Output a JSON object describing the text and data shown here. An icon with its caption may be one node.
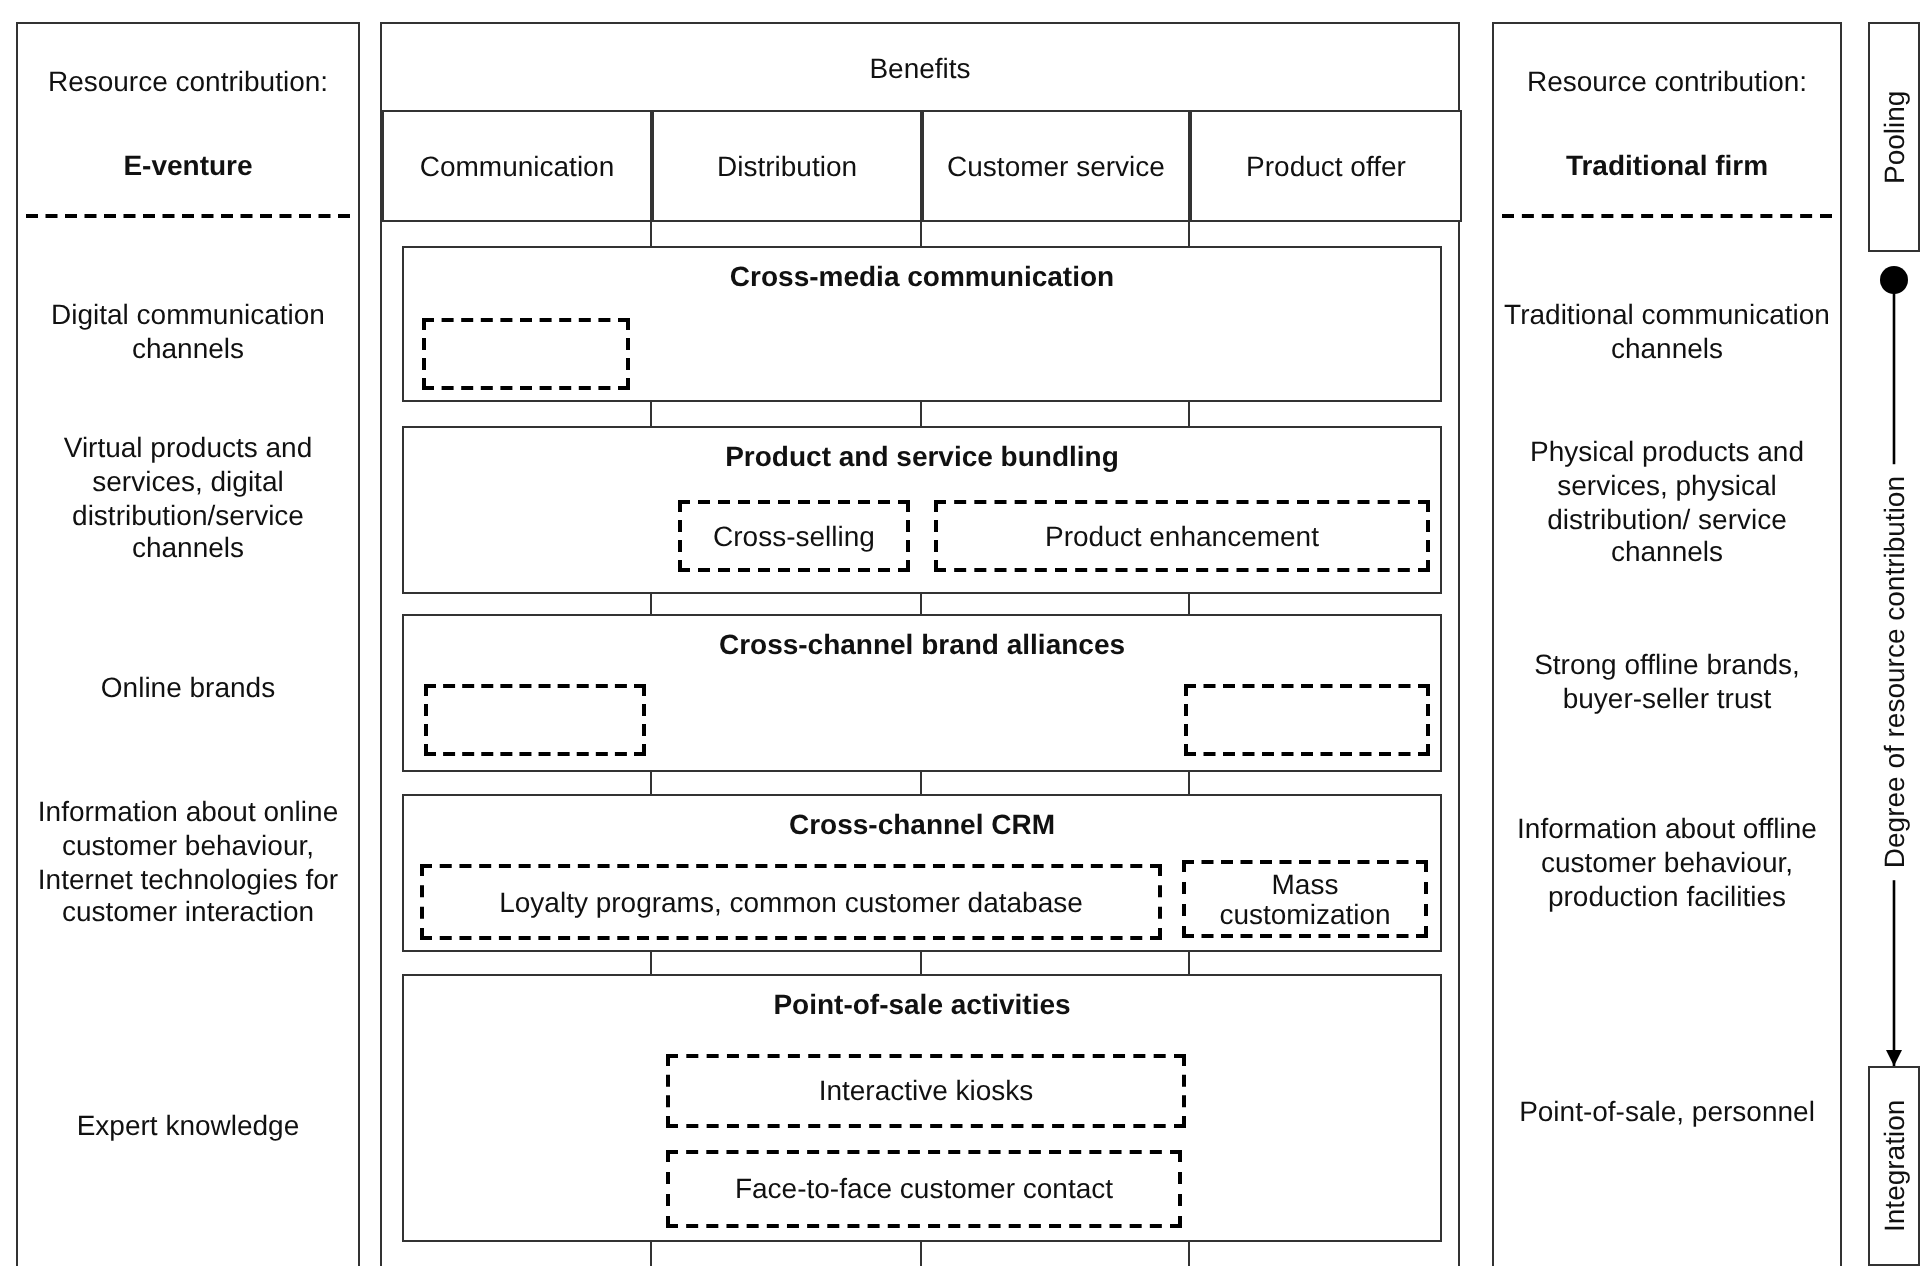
{
  "diagram": {
    "nodes": [
      {
        "text": [
          "Resource contribution:",
          "E-venture",
          "Digital communication channels",
          "Virtual products and services, digital distribution/service channels",
          "Online brands",
          "Information about online customer behaviour, Internet technologies for customer interaction",
          "Expert knowledge"
        ]
      },
      {
        "text": [
          "Benefits"
        ]
      },
      {
        "text": [
          "Communication"
        ],
        "in": 1
      },
      {
        "text": [
          "Distribution"
        ],
        "in": 1
      },
      {
        "text": [
          "Customer service"
        ],
        "in": 1
      },
      {
        "text": [
          "Product offer"
        ],
        "in": 1
      },
      {
        "text": [
          "Cross-media communication"
        ],
        "in": 1
      },
      {
        "text": [],
        "shape": "box",
        "in": 6
      },
      {
        "text": [
          "Product and service bundling"
        ],
        "in": 1
      },
      {
        "text": [
          "Cross-selling"
        ],
        "in": 8
      },
      {
        "text": [
          "Product enhancement"
        ],
        "in": 8
      },
      {
        "text": [
          "Cross-channel brand alliances"
        ],
        "in": 1
      },
      {
        "text": [],
        "shape": "box",
        "in": 11
      },
      {
        "text": [],
        "shape": "box",
        "in": 11
      },
      {
        "text": [
          "Cross-channel CRM"
        ],
        "in": 1
      },
      {
        "text": [
          "Loyalty programs, common customer database"
        ],
        "in": 14
      },
      {
        "text": [
          "Mass customization"
        ],
        "in": 14
      },
      {
        "text": [
          "Point-of-sale activities"
        ],
        "in": 1
      },
      {
        "text": [
          "Interactive kiosks"
        ],
        "in": 17
      },
      {
        "text": [
          "Face-to-face customer contact"
        ],
        "in": 17
      },
      {
        "text": [
          "Resource contribution:",
          "Traditional firm",
          "Traditional communication channels",
          "Physical products and services, physical distribution/ service channels",
          "Strong offline brands, buyer-seller trust",
          "Information about offline customer behaviour, production facilities",
          "Point-of-sale, personnel"
        ]
      },
      {
        "text": [
          "Pooling"
        ]
      },
      {
        "text": [
          "Integration"
        ]
      }
    ],
    "edges": [
      {
        "from": 21,
        "to": 22,
        "label": "Degree of resource contribution",
        "arrow": "to"
      }
    ]
  }
}
